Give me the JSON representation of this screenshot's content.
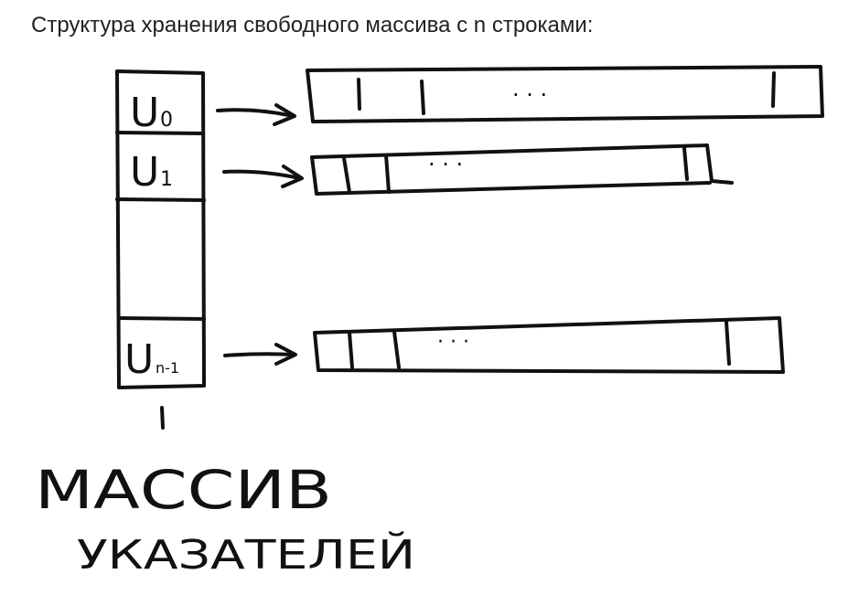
{
  "caption": "Структура хранения свободного массива с n строками:",
  "pointer_cells": [
    {
      "base": "U",
      "sub": "0"
    },
    {
      "base": "U",
      "sub": "1"
    },
    {
      "base": "U",
      "sub": "n-1"
    }
  ],
  "row_ellipsis": "· · ·",
  "array_label_line1": "МАССИВ",
  "array_label_line2": "УКАЗАТЕЛЕЙ"
}
